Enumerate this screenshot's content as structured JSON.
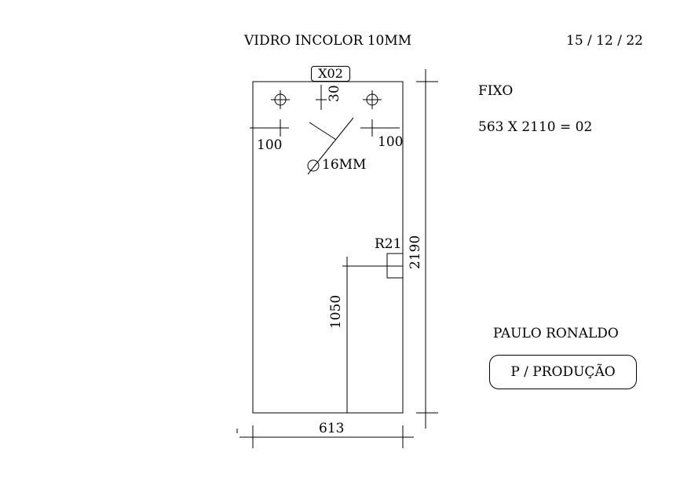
{
  "header": {
    "title": "VIDRO INCOLOR 10MM",
    "date": "15 / 12 / 22"
  },
  "drawing": {
    "piece_code": "X02",
    "dim_top_offset": "30",
    "dim_left_hole": "100",
    "dim_right_hole": "100",
    "hole_diameter": "16MM",
    "radius_label": "R21",
    "dim_height": "2190",
    "dim_cutout_height": "1050",
    "dim_width": "613"
  },
  "info": {
    "type": "FIXO",
    "spec": "563 X 2110 = 02",
    "author": "PAULO RONALDO",
    "stamp": "P / PRODUÇÃO"
  }
}
